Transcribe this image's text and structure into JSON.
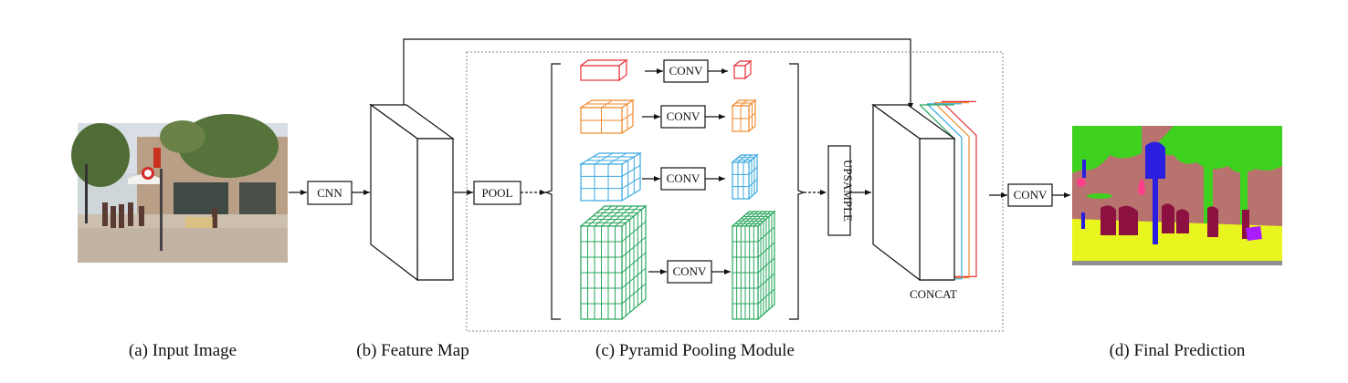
{
  "captions": {
    "a": "(a) Input Image",
    "b": "(b) Feature Map",
    "c": "(c) Pyramid Pooling Module",
    "d": "(d) Final Prediction"
  },
  "labels": {
    "cnn": "CNN",
    "pool": "POOL",
    "conv": "CONV",
    "upsample": "UPSAMPLE",
    "concat": "CONCAT",
    "final_conv": "CONV"
  },
  "colors": {
    "level1": "#e8333a",
    "level2": "#ef8a2e",
    "level3": "#3aa8e0",
    "level4": "#26a65b",
    "seg_green": "#3fd11f",
    "seg_wall": "#b8736e",
    "seg_road": "#e8f51e",
    "seg_person": "#8c1040",
    "seg_pole": "#2a1fe0",
    "seg_sign": "#ff3d8b",
    "seg_bike": "#a81cff",
    "seg_sidewalk": "#8f8f8f"
  }
}
